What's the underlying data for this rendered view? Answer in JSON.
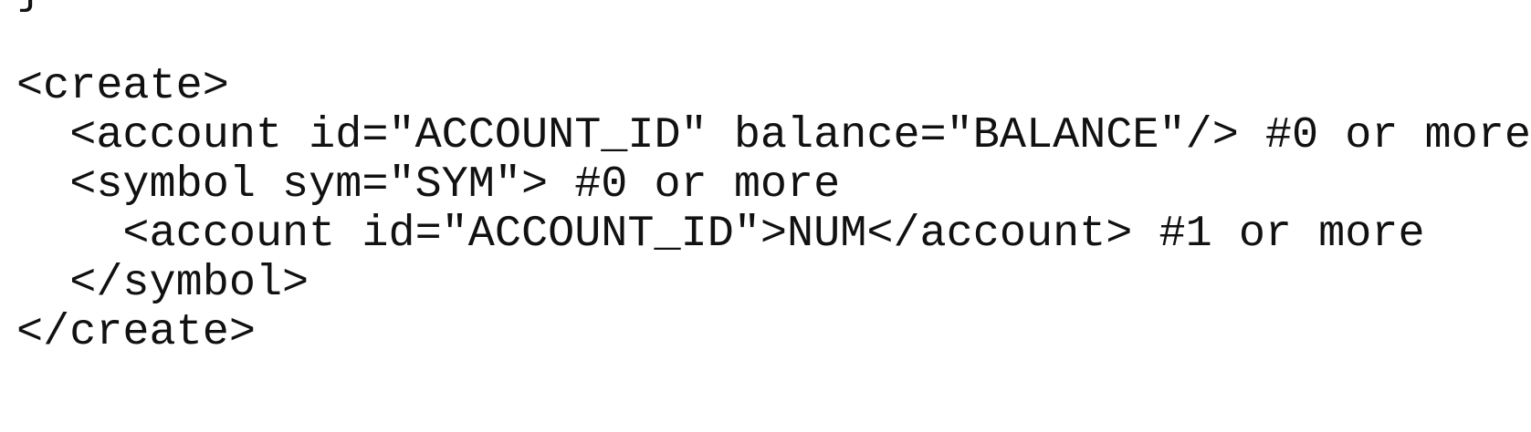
{
  "code": {
    "partial_top_line": "}",
    "lines": [
      "<create>",
      "  <account id=\"ACCOUNT_ID\" balance=\"BALANCE\"/> #0 or more",
      "  <symbol sym=\"SYM\"> #0 or more",
      "    <account id=\"ACCOUNT_ID\">NUM</account> #1 or more",
      "  </symbol>",
      "</create>"
    ]
  }
}
